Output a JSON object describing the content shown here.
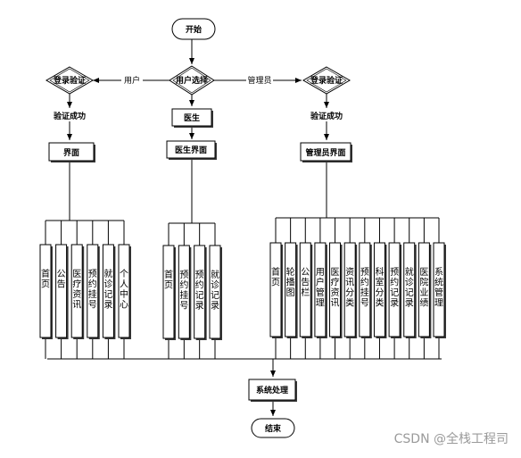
{
  "diagram": {
    "start": "开始",
    "end": "结束",
    "user_choice": "用户选择",
    "login_left": "登录验证",
    "login_right": "登录验证",
    "edge_user": "用户",
    "edge_admin": "管理员",
    "verify_left": "验证成功",
    "verify_right": "验证成功",
    "doctor": "医生",
    "ui_user": "界面",
    "ui_doctor": "医生界面",
    "ui_admin": "管理员界面",
    "system": "系统处理",
    "user_modules": [
      "首页",
      "公告",
      "医疗资讯",
      "预约挂号",
      "就诊记录",
      "个人中心"
    ],
    "doctor_modules": [
      "首页",
      "预约挂号",
      "预约记录",
      "就诊记录"
    ],
    "admin_modules": [
      "首页",
      "轮播图",
      "公告栏",
      "用户管理",
      "医疗资讯",
      "资讯分类",
      "预约挂号",
      "科室分类",
      "预约记录",
      "就诊记录",
      "医院业绩",
      "系统管理"
    ]
  },
  "watermark": "CSDN @全栈工程司",
  "colors": {
    "line": "#000000",
    "shadow": "#3a3a3a",
    "box": "#ffffff",
    "watermark": "#9a9a9a"
  }
}
